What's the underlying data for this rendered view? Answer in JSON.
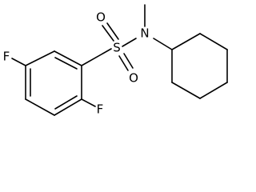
{
  "atoms": {
    "fluorine_top": "F",
    "fluorine_bottom": "F",
    "sulfur": "S",
    "oxygen_top": "O",
    "oxygen_bottom": "O",
    "nitrogen": "N"
  }
}
